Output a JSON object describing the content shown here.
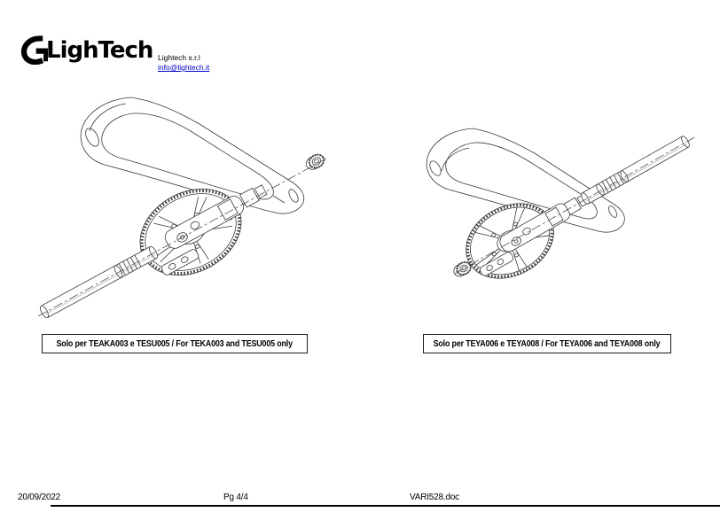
{
  "header": {
    "logo_text": "LighTech",
    "company_name": "Lightech s.r.l",
    "email": "info@lightech.it"
  },
  "captions": {
    "left": "Solo per TEAKA003 e TESU005 / For TEKA003 and TESU005 only",
    "right": "Solo per TEYA006 e TEYA008 / For TEYA006 and TEYA008 only"
  },
  "footer": {
    "date": "20/09/2022",
    "page_number": "Pg 4/4",
    "document_name": "VARI528.doc"
  },
  "colors": {
    "link_blue": "#0000cc",
    "line_color": "#3a3a3a"
  }
}
